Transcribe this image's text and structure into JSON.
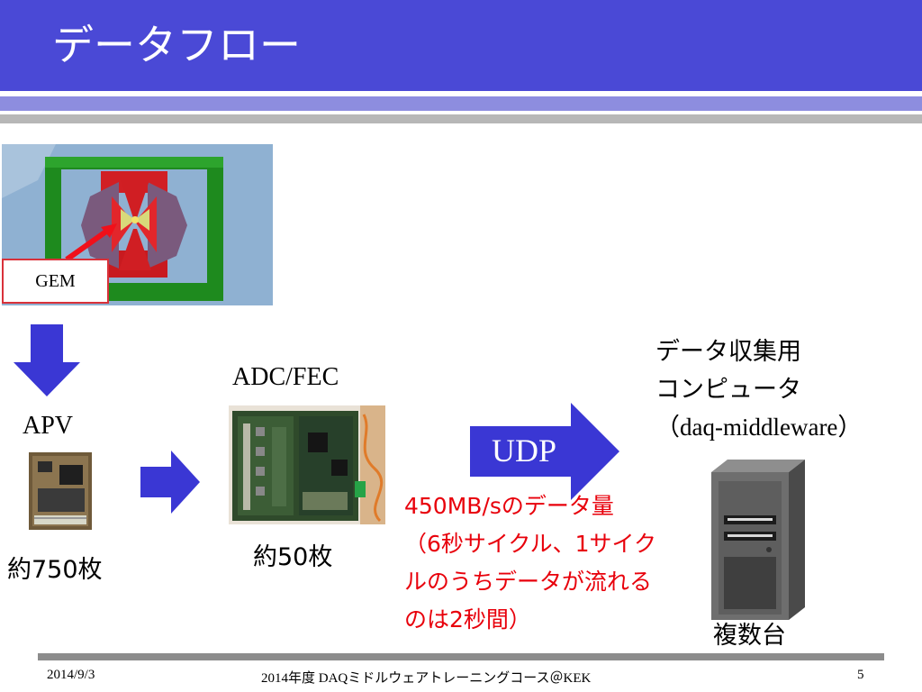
{
  "slide": {
    "title": "データフロー",
    "labels": {
      "gem": "GEM",
      "apv": "APV",
      "apv_count": "約750枚",
      "adc_fec": "ADC/FEC",
      "adc_count": "約50枚",
      "udp": "UDP",
      "computer_line1": "データ収集用",
      "computer_line2": "コンピュータ",
      "computer_line3": "（daq-middleware）",
      "computer_count": "複数台",
      "note_lines": [
        "450MB/sのデータ量",
        "（6秒サイクル、1サイク",
        "ルのうちデータが流れる",
        "のは2秒間）"
      ]
    },
    "footer": {
      "date": "2014/9/3",
      "course": "2014年度 DAQミドルウェアトレーニングコース＠KEK",
      "page": "5"
    },
    "colors": {
      "header": "#4a49d6",
      "arrow": "#3a37d4",
      "note_text": "#e8000b"
    }
  }
}
